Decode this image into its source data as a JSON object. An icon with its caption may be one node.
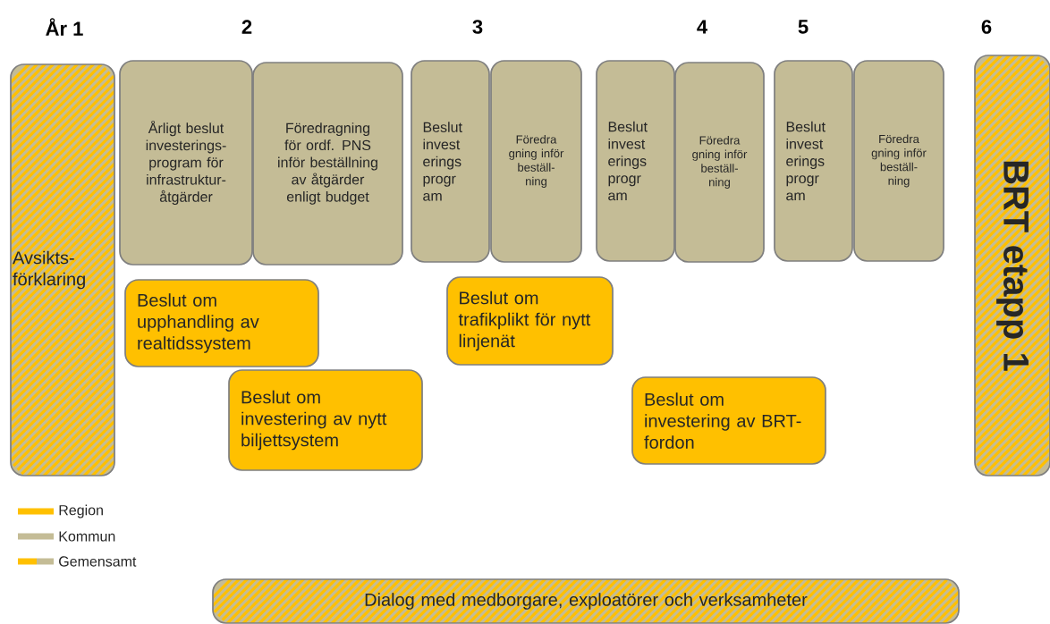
{
  "diagram": {
    "nodes": [
      {
        "text": [
          "Avsikts-förklaring"
        ]
      },
      {
        "text": [
          "Årligt beslut investerings-program för infrastruktur-åtgärder"
        ]
      },
      {
        "text": [
          "Föredragning för ordf. PNS inför beställning av åtgärder enligt budget"
        ]
      },
      {
        "text": [
          "Beslut invest erings progr am"
        ]
      },
      {
        "text": [
          "Föredra gning inför beställ-ning"
        ]
      },
      {
        "text": [
          "Beslut invest erings progr am"
        ]
      },
      {
        "text": [
          "Föredra gning inför beställ-ning"
        ]
      },
      {
        "text": [
          "Beslut invest erings progr am"
        ]
      },
      {
        "text": [
          "Föredra gning inför beställ-ning"
        ]
      },
      {
        "text": [
          "BRT etapp 1"
        ]
      },
      {
        "text": [
          "Beslut om upphandling av realtidssystem"
        ]
      },
      {
        "text": [
          "Beslut om investering av nytt biljettsystem"
        ]
      },
      {
        "text": [
          "Beslut om trafikplikt för nytt linjenät"
        ]
      },
      {
        "text": [
          "Beslut om investering av BRT-fordon"
        ]
      },
      {
        "text": [
          "Dialog med medborgare, exploatörer och verksamheter"
        ]
      }
    ],
    "labels": [
      "År 1",
      "2",
      "3",
      "4",
      "5",
      "6"
    ],
    "legend": [
      {
        "text": "Region",
        "color": "#ffc000"
      },
      {
        "text": "Kommun",
        "color": "#c4bc96"
      },
      {
        "text": "Gemensamt"
      }
    ]
  }
}
